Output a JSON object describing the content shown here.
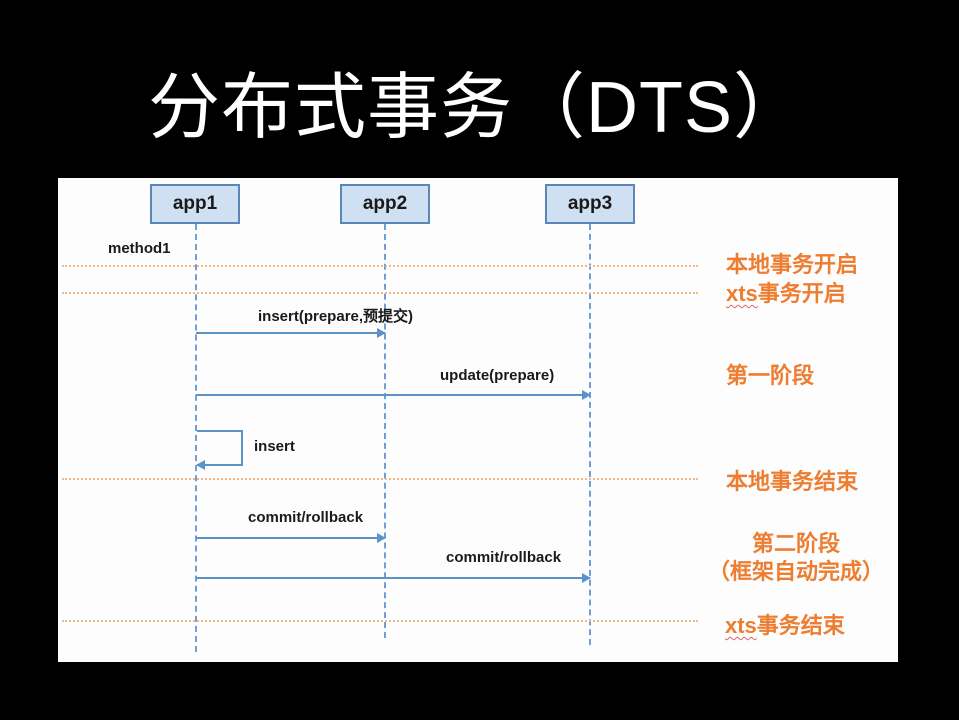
{
  "slide": {
    "title": "分布式事务（DTS）"
  },
  "diagram": {
    "actors": [
      {
        "label": "app1"
      },
      {
        "label": "app2"
      },
      {
        "label": "app3"
      }
    ],
    "left_label": "method1",
    "messages": [
      {
        "label": "insert(prepare,预提交)",
        "from": "app1",
        "to": "app2"
      },
      {
        "label": "update(prepare)",
        "from": "app1",
        "to": "app3"
      },
      {
        "label": "insert",
        "from": "app1",
        "to": "app1"
      },
      {
        "label": "commit/rollback",
        "from": "app1",
        "to": "app2"
      },
      {
        "label": "commit/rollback",
        "from": "app1",
        "to": "app3"
      }
    ],
    "annotations": [
      {
        "text": "本地事务开启"
      },
      {
        "highlight": "xts",
        "text": "事务开启"
      },
      {
        "text": "第一阶段"
      },
      {
        "text": "本地事务结束"
      },
      {
        "text": "第二阶段",
        "subtext": "（框架自动完成）"
      },
      {
        "highlight": "xts",
        "text": "事务结束"
      }
    ],
    "colors": {
      "background": "#000000",
      "title_text": "#ffffff",
      "panel": "#fdfdfd",
      "actor_fill": "#cfe0f2",
      "actor_border": "#5b87b8",
      "lifeline": "#6f9fd8",
      "arrow": "#5b93c9",
      "message_text": "#1a1a1a",
      "annotation_text": "#ed7d31",
      "phase_line": "#f5b783",
      "misspell_underline": "#e06666"
    }
  }
}
